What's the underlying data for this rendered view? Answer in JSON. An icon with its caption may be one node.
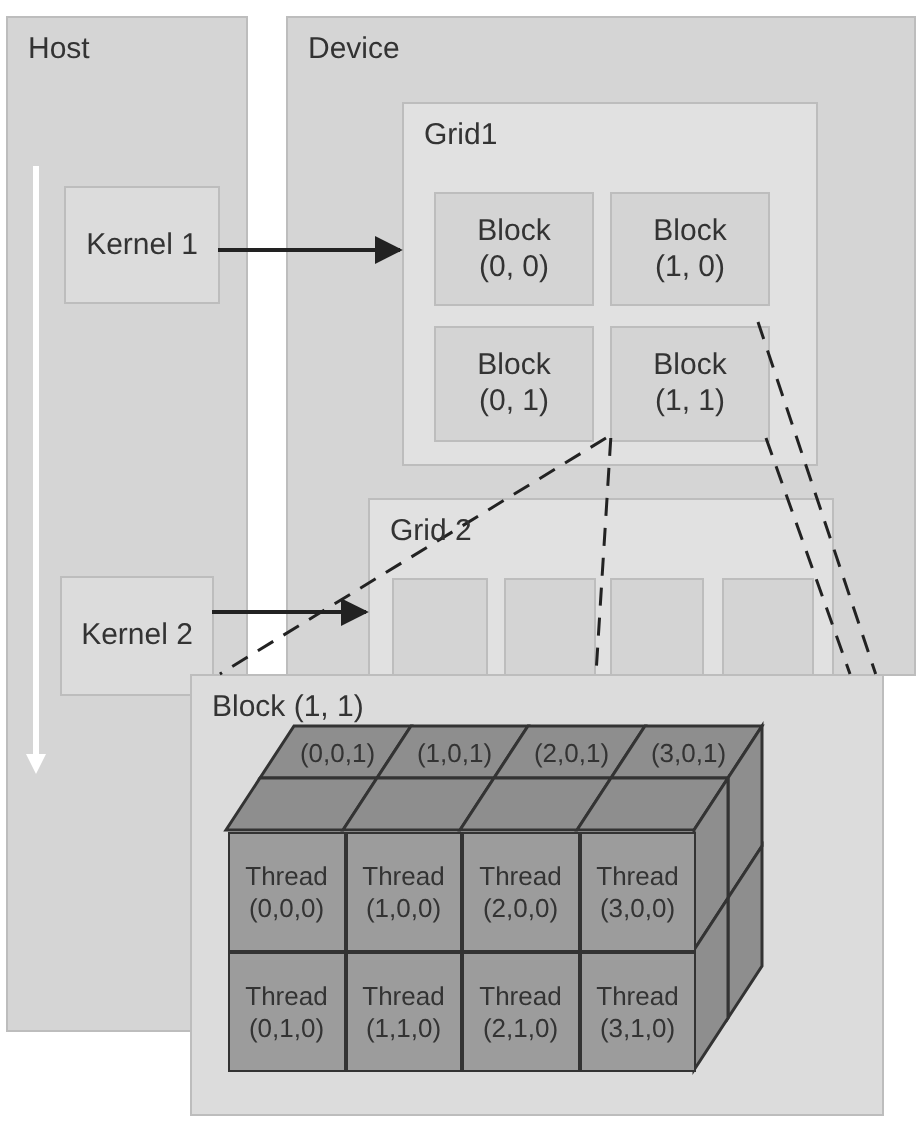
{
  "diagram": {
    "nodes": [
      {
        "text": [
          "Host"
        ]
      },
      {
        "text": [
          "Device"
        ]
      },
      {
        "text": [
          "Kernel 1"
        ],
        "in": 0
      },
      {
        "text": [
          "Grid1"
        ],
        "in": 1
      },
      {
        "text": [
          "Block (0, 0)"
        ],
        "in": 3
      },
      {
        "text": [
          "Block (1, 0)"
        ],
        "in": 3
      },
      {
        "text": [
          "Block (0, 1)"
        ],
        "in": 3
      },
      {
        "text": [
          "Block (1, 1)"
        ],
        "in": 3
      },
      {
        "text": [
          "Kernel 2"
        ],
        "in": 0
      },
      {
        "text": [
          "Grid 2"
        ],
        "in": 1
      },
      {
        "text": [],
        "shape": "box",
        "in": 9
      },
      {
        "text": [],
        "shape": "box",
        "in": 9
      },
      {
        "text": [],
        "shape": "box",
        "in": 9
      },
      {
        "text": [],
        "shape": "box",
        "in": 9
      },
      {
        "text": [
          "Block (1, 1)"
        ]
      },
      {
        "text": [
          "(0,0,1)"
        ],
        "in": 14
      },
      {
        "text": [
          "(1,0,1)"
        ],
        "in": 14
      },
      {
        "text": [
          "(2,0,1)"
        ],
        "in": 14
      },
      {
        "text": [
          "(3,0,1)"
        ],
        "in": 14
      },
      {
        "text": [
          "Thread (0,0,0)"
        ],
        "in": 14
      },
      {
        "text": [
          "Thread (1,0,0)"
        ],
        "in": 14
      },
      {
        "text": [
          "Thread (2,0,0)"
        ],
        "in": 14
      },
      {
        "text": [
          "Thread (3,0,0)"
        ],
        "in": 14
      },
      {
        "text": [
          "Thread (0,1,0)"
        ],
        "in": 14
      },
      {
        "text": [
          "Thread (1,1,0)"
        ],
        "in": 14
      },
      {
        "text": [
          "Thread (2,1,0)"
        ],
        "in": 14
      },
      {
        "text": [
          "Thread (3,1,0)"
        ],
        "in": 14
      }
    ],
    "edges": [
      {
        "from": 2,
        "to": 3,
        "arrow": "to"
      },
      {
        "from": 8,
        "to": 9,
        "arrow": "to"
      },
      {
        "from": 7,
        "to": 14,
        "arrow": "none",
        "style": "dashed"
      },
      {
        "from": 7,
        "to": 14,
        "arrow": "none",
        "style": "dashed"
      },
      {
        "from": 7,
        "to": 14,
        "arrow": "none",
        "style": "dashed"
      },
      {
        "from": 7,
        "to": 14,
        "arrow": "none",
        "style": "dashed"
      }
    ]
  }
}
